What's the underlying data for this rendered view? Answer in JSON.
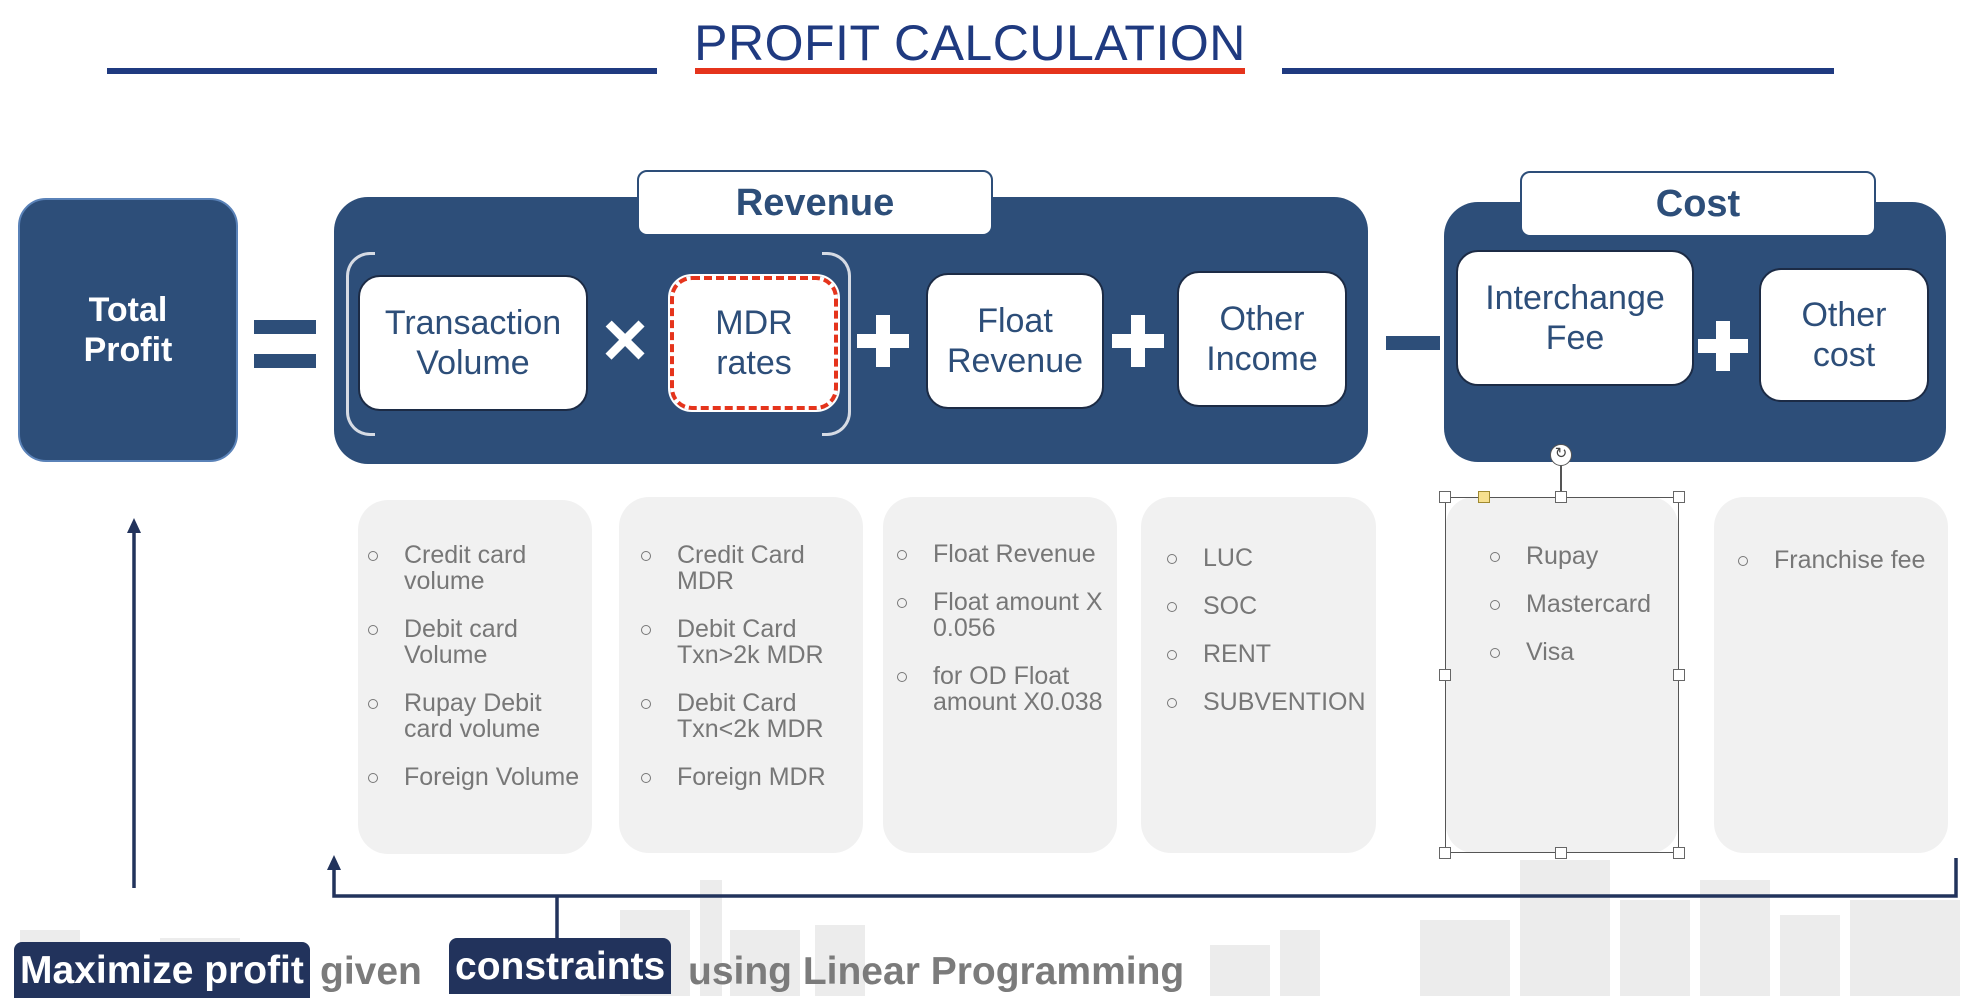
{
  "title": "PROFIT CALCULATION",
  "total_profit": "Total\nProfit",
  "symbols": {
    "equals": "=",
    "times": "×",
    "plus": "+",
    "minus": "−"
  },
  "revenue": {
    "header": "Revenue",
    "boxes": [
      "Transaction\nVolume",
      "MDR\nrates",
      "Float\nRevenue",
      "Other\nIncome"
    ]
  },
  "cost": {
    "header": "Cost",
    "boxes": [
      "Interchange\nFee",
      "Other\ncost"
    ]
  },
  "details": [
    [
      "Credit card\nvolume",
      "Debit card\nVolume",
      " Rupay Debit\ncard volume",
      "Foreign Volume"
    ],
    [
      "Credit Card\nMDR",
      "Debit Card\nTxn>2k MDR",
      "Debit Card\nTxn<2k MDR",
      "Foreign MDR"
    ],
    [
      "Float Revenue",
      "Float amount X\n0.056",
      "for OD Float\namount X0.038"
    ],
    [
      "LUC",
      "SOC",
      "RENT",
      "SUBVENTION"
    ],
    [
      "Rupay",
      "Mastercard",
      "Visa"
    ],
    [
      "Franchise fee"
    ]
  ],
  "footer": {
    "maximize": "Maximize profit",
    "given": "given",
    "constraints": "constraints",
    "method": "using Linear Programming"
  },
  "colors": {
    "navy": "#2d4e79",
    "title_blue": "#1f3a80",
    "accent_red": "#e5341c",
    "panel_gray": "#f1f1f1",
    "text_gray": "#777777"
  }
}
